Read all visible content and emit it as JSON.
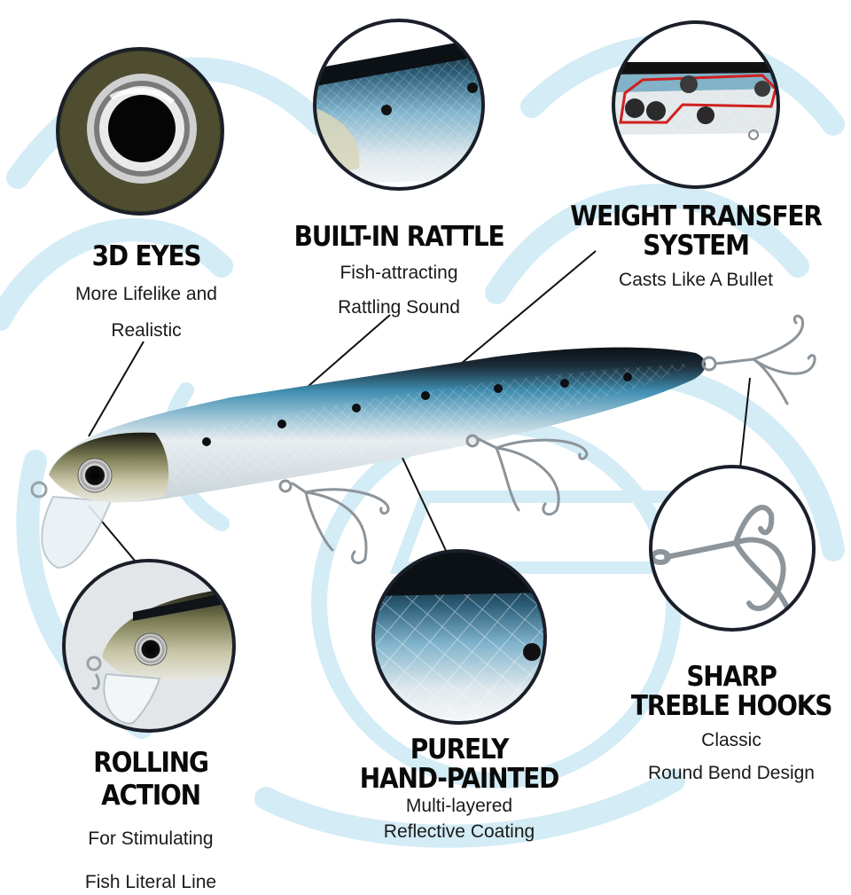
{
  "colors": {
    "background": "#ffffff",
    "watermark": "#cfeaf5",
    "lure_back": "#101418",
    "lure_blue": "#3f8db0",
    "lure_belly": "#e6ecef",
    "circle_border": "#1a1f2a",
    "rattle_outline": "#d02020",
    "title_text": "#0a0a0a"
  },
  "features": [
    {
      "id": "eyes",
      "title": [
        "3D EYES"
      ],
      "desc": [
        "More Lifelike and",
        "Realistic"
      ]
    },
    {
      "id": "rattle",
      "title": [
        "BUILT-IN RATTLE"
      ],
      "desc": [
        "Fish-attracting",
        "Rattling Sound"
      ]
    },
    {
      "id": "weight",
      "title": [
        "WEIGHT TRANSFER",
        "SYSTEM"
      ],
      "desc": [
        "Casts Like A Bullet"
      ]
    },
    {
      "id": "hooks",
      "title": [
        "SHARP",
        "TREBLE HOOKS"
      ],
      "desc": [
        "Classic",
        "Round Bend Design"
      ]
    },
    {
      "id": "rolling",
      "title": [
        "ROLLING ACTION"
      ],
      "desc": [
        "For Stimulating",
        "Fish Literal Line"
      ]
    },
    {
      "id": "painted",
      "title": [
        "PURELY",
        "HAND-PAINTED"
      ],
      "desc": [
        "Multi-layered",
        "Reflective Coating"
      ]
    }
  ]
}
